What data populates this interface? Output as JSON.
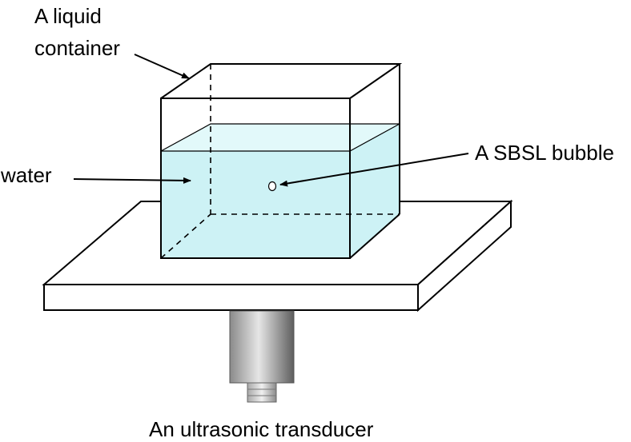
{
  "labels": {
    "container_line1": "A liquid",
    "container_line2": "container",
    "water": "water",
    "bubble": "A SBSL bubble",
    "transducer": "An ultrasonic transducer"
  },
  "colors": {
    "water_fill": "#cdf2f5",
    "stroke": "#000000",
    "transducer_dark": "#6e6e6e",
    "transducer_light": "#d8d8d8"
  }
}
